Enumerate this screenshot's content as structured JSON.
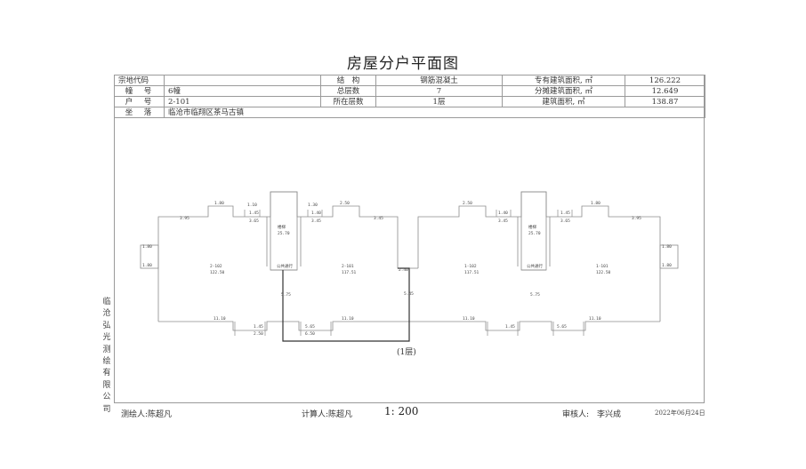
{
  "title": "房屋分户平面图",
  "info": {
    "parcel_code_label": "宗地代码",
    "parcel_code_value": "",
    "structure_label": "结　构",
    "structure_value": "钢筋混凝土",
    "exclusive_area_label": "专有建筑面积, ㎡",
    "exclusive_area_value": "126.222",
    "building_label": "幢　号",
    "building_value": "6幢",
    "total_floors_label": "总层数",
    "total_floors_value": "7",
    "shared_area_label": "分摊建筑面积, ㎡",
    "shared_area_value": "12.649",
    "unit_label": "户　号",
    "unit_value": "2-101",
    "floor_label": "所在层数",
    "floor_value": "1层",
    "building_area_label": "建筑面积, ㎡",
    "building_area_value": "138.87",
    "location_label": "坐　落",
    "location_value": "临沧市临翔区茶马古镇"
  },
  "side_company": "临沧弘光测绘有限公司",
  "plan": {
    "floor_caption": "(1层)",
    "dims": {
      "d_395": "3.95",
      "d_180": "1.80",
      "d_250": "2.50",
      "d_365": "3.65",
      "d_345": "3.45",
      "d_1110": "11.10",
      "d_145": "1.45",
      "d_565": "5.65",
      "d_110": "1.10",
      "d_130": "1.30",
      "d_140": "1.40",
      "d_240": "2.40",
      "d_575": "5.75",
      "d_250b": "2.50",
      "d_650": "6.50",
      "d_545": "5.45"
    },
    "rooms": {
      "stair_left": "楼梯",
      "stair_left_area": "25.70",
      "stair_right": "楼梯",
      "stair_right_area": "25.70",
      "unit_2_102": "2-102",
      "unit_2_102_area": "122.50",
      "unit_2_101": "2-101",
      "unit_2_101_area": "117.51",
      "unit_1_102": "1-102",
      "unit_1_102_area": "117.51",
      "unit_1_101": "1-101",
      "unit_1_101_area": "122.50",
      "lobby_left": "公共通行",
      "lobby_right": "公共通行"
    }
  },
  "footer": {
    "drawer": "测绘人:陈超凡",
    "calculator": "计算人:陈超凡",
    "scale": "1: 200",
    "reviewer": "审核人:　李兴成",
    "date": "2022年06月24日"
  },
  "colors": {
    "line": "#8c8c8c",
    "border": "#9a9a9a",
    "highlight": "#333333"
  }
}
